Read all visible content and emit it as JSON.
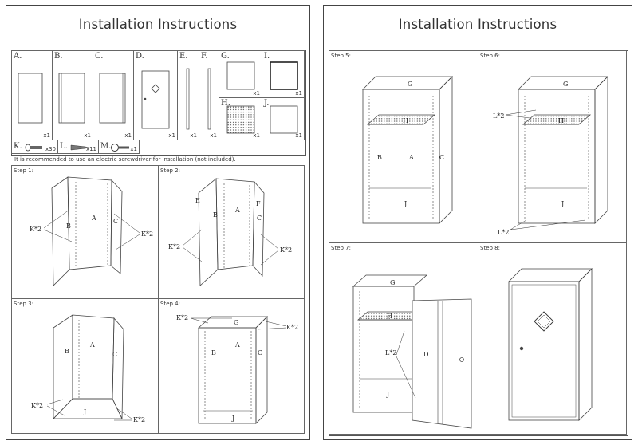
{
  "left_page": {
    "title": "Installation Instructions",
    "parts": [
      {
        "letter": "A.",
        "qty": "x1"
      },
      {
        "letter": "B.",
        "qty": "x1"
      },
      {
        "letter": "C.",
        "qty": "x1"
      },
      {
        "letter": "D.",
        "qty": "x1"
      },
      {
        "letter": "E.",
        "qty": "x1"
      },
      {
        "letter": "F.",
        "qty": "x1"
      },
      {
        "letter": "G.",
        "qty": "x1"
      },
      {
        "letter": "H.",
        "qty": "x1"
      },
      {
        "letter": "I.",
        "qty": "x1"
      },
      {
        "letter": "J.",
        "qty": "x1"
      }
    ],
    "hardware": [
      {
        "letter": "K.",
        "qty": "x30"
      },
      {
        "letter": "L.",
        "qty": "x11"
      },
      {
        "letter": "M.",
        "qty": "x1"
      }
    ],
    "note": "It is recommended to use an electric screwdriver for installation (not included).",
    "steps": [
      {
        "label": "Step 1:",
        "callouts": [
          "K*2",
          "K*2"
        ],
        "panels": [
          "A",
          "B",
          "C"
        ]
      },
      {
        "label": "Step 2:",
        "callouts": [
          "K*2",
          "K*2"
        ],
        "panels": [
          "A",
          "B",
          "C",
          "E",
          "F"
        ]
      },
      {
        "label": "Step 3:",
        "callouts": [
          "K*2",
          "K*2"
        ],
        "panels": [
          "A",
          "B",
          "C",
          "J"
        ]
      },
      {
        "label": "Step 4:",
        "callouts": [
          "K*2",
          "K*2"
        ],
        "panels": [
          "G",
          "A",
          "B",
          "C",
          "J"
        ]
      }
    ]
  },
  "right_page": {
    "title": "Installation Instructions",
    "steps": [
      {
        "label": "Step 5:",
        "panels": [
          "G",
          "H",
          "B",
          "A",
          "C",
          "J"
        ]
      },
      {
        "label": "Step 6:",
        "callouts": [
          "L*2",
          "L*2"
        ],
        "panels": [
          "G",
          "H",
          "J"
        ]
      },
      {
        "label": "Step 7:",
        "callouts": [
          "L*2"
        ],
        "panels": [
          "G",
          "H",
          "D",
          "J"
        ]
      },
      {
        "label": "Step 8:"
      }
    ]
  }
}
